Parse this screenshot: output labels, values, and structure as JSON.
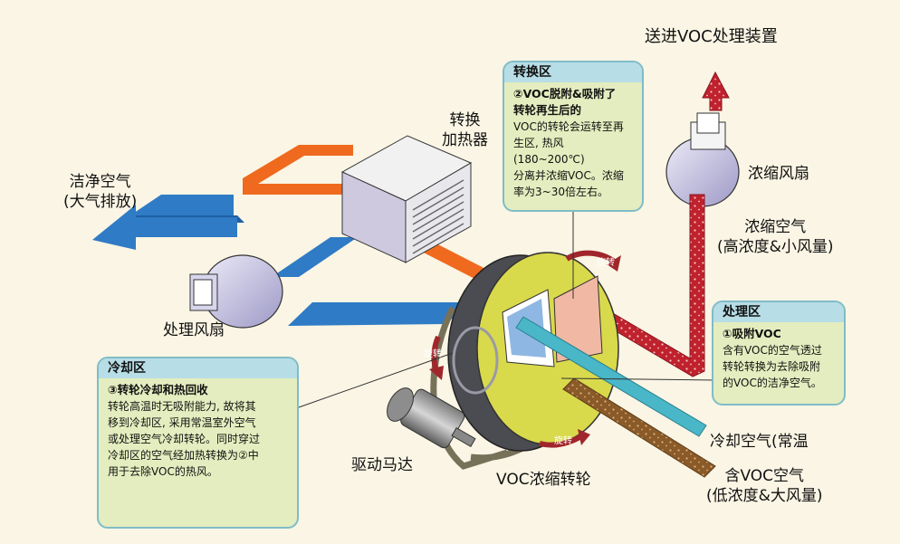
{
  "labels": {
    "send_to_voc": "送进VOC处理装置",
    "clean_air": [
      "洁净空气",
      "(大气排放)"
    ],
    "heater": [
      "转换",
      "加热器"
    ],
    "concentration_fan": "浓缩风扇",
    "concentrated_air": [
      "浓缩空气",
      "(高浓度&小风量)"
    ],
    "process_fan": "处理风扇",
    "drive_motor": "驱动马达",
    "rotor": "VOC浓缩转轮",
    "cooling_air": "冷却空气(常温",
    "voc_air": [
      "含VOC空气",
      "(低浓度&大风量)"
    ],
    "rotate_marks": [
      "旋转",
      "旋转",
      "旋转"
    ]
  },
  "zones": {
    "desorption": {
      "title": "转换区",
      "subtitle": [
        "②VOC脱附&吸附了",
        "转轮再生后的"
      ],
      "body": [
        "VOC的转轮会运转至再",
        "生区, 热风 (180~200℃)",
        "分离并浓缩VOC。浓缩",
        "率为3~30倍左右。"
      ]
    },
    "process": {
      "title": "处理区",
      "subtitle": [
        "①吸附VOC"
      ],
      "body": [
        "含有VOC的空气透过",
        "转轮转换为去除吸附",
        "的VOC的洁净空气。"
      ]
    },
    "cooling": {
      "title": "冷却区",
      "subtitle": [
        "③转轮冷却和热回收"
      ],
      "body": [
        "转轮高温时无吸附能力, 故将其",
        "移到冷却区, 采用常温室外空气",
        "或处理空气冷却转轮。同时穿过",
        "冷却区的空气经加热转换为②中",
        "用于去除VOC的热风。"
      ]
    }
  },
  "colors": {
    "background": "#faf5e4",
    "clean_air_duct": "#2f7bc6",
    "hot_air_duct": "#ef6a1e",
    "concentrated_duct": "#c0222d",
    "cooling_duct": "#49b7c8",
    "voc_duct": "#8a5a28",
    "rotor_face": "#d9d94c",
    "box_fill": "#e4edbf",
    "box_header": "#b7dde6"
  }
}
